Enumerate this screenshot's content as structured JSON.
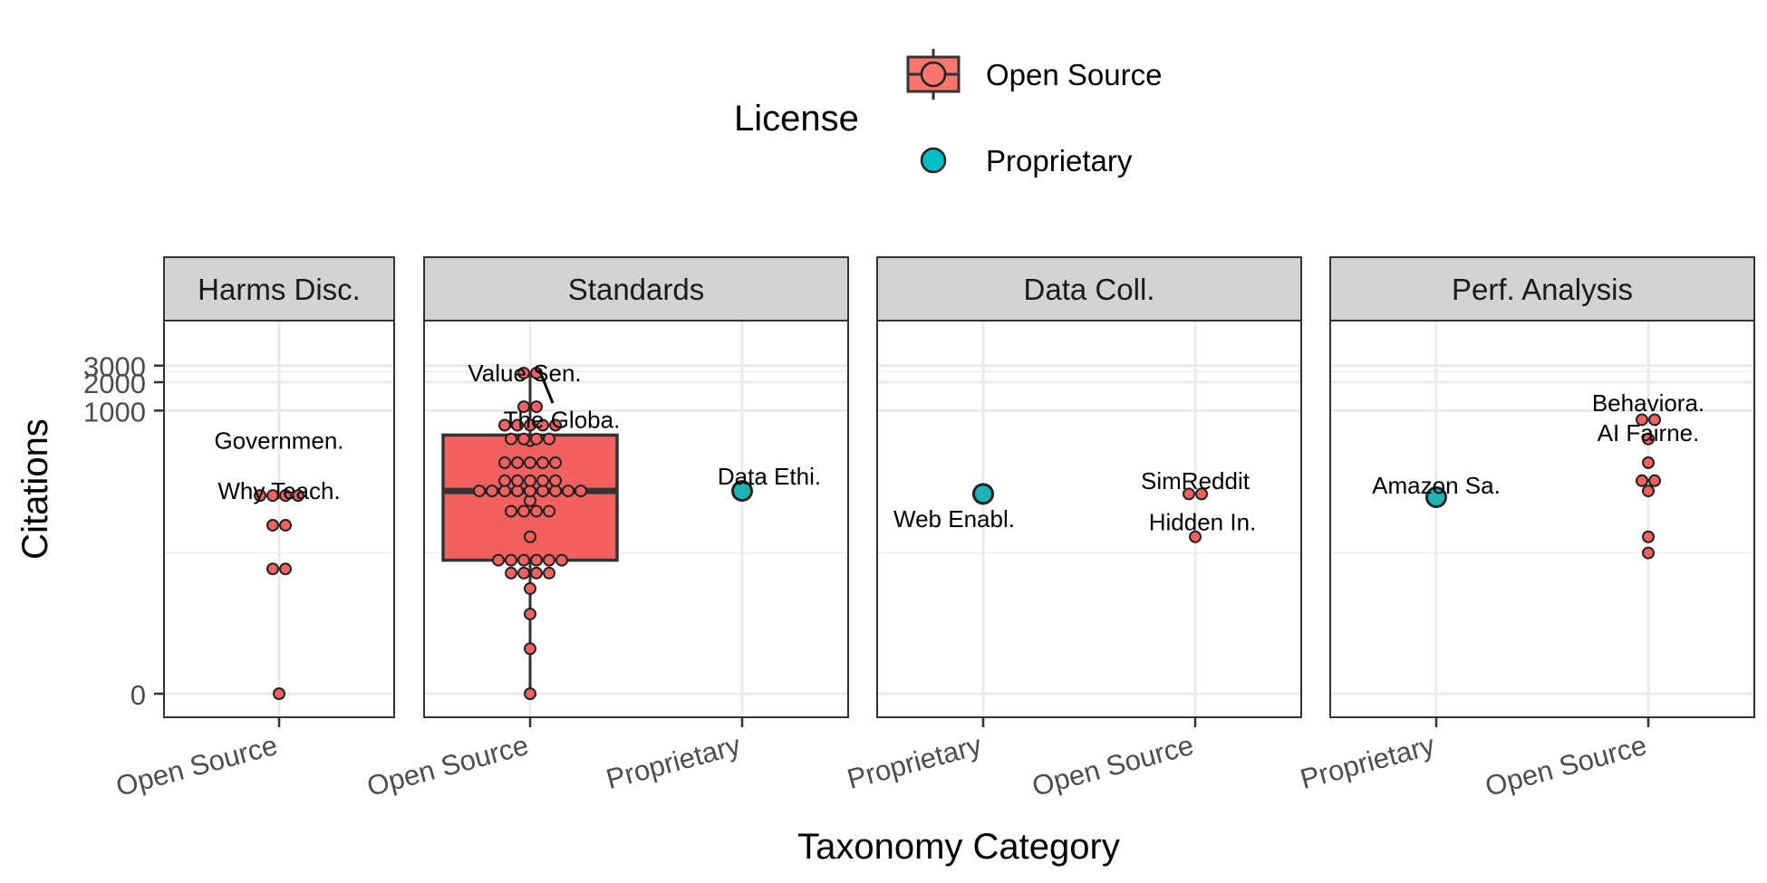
{
  "chart_data": {
    "type": "scatter",
    "title": "",
    "xlabel": "Taxonomy Category",
    "ylabel": "Citations",
    "y_scale": "pseudo-log",
    "y_ticks": [
      0,
      1000,
      2000,
      3000
    ],
    "y_tick_labels": [
      "0",
      "1000",
      "2000",
      "3000"
    ],
    "grid": true,
    "legend": {
      "title": "License",
      "placement": "top",
      "entries": [
        {
          "name": "Open Source",
          "color": "#F8766D"
        },
        {
          "name": "Proprietary",
          "color": "#00BFC4"
        }
      ]
    },
    "colors": {
      "open_source": "#F26060",
      "proprietary": "#1FB3B3",
      "strip": "#D3D3D3",
      "grid": "#EBEBEB"
    },
    "facets": [
      {
        "name": "Harms Disc.",
        "categories": [
          "Open Source"
        ],
        "points": [
          {
            "x": "Open Source",
            "y": [
              0,
              20,
              20,
              60,
              60,
              125,
              125,
              125,
              125
            ]
          }
        ],
        "labels": [
          {
            "text": "Governmen.",
            "x": "Open Source",
            "y": 480
          },
          {
            "text": "Why Teach.",
            "x": "Open Source",
            "y": 140
          }
        ]
      },
      {
        "name": "Standards",
        "categories": [
          "Open Source",
          "Proprietary"
        ],
        "boxplot": {
          "x": "Open Source",
          "q1": 25,
          "median": 140,
          "q3": 550
        },
        "points": [
          {
            "x": "Open Source",
            "y": [
              0,
              2,
              6,
              12,
              18,
              18,
              18,
              18,
              25,
              25,
              25,
              25,
              25,
              25,
              45,
              85,
              85,
              85,
              85,
              110,
              140,
              140,
              140,
              140,
              140,
              140,
              140,
              140,
              140,
              180,
              180,
              180,
              180,
              180,
              280,
              280,
              280,
              280,
              280,
              480,
              500,
              500,
              500,
              500,
              700,
              700,
              700,
              700,
              700,
              1100,
              1100,
              2500,
              2500
            ]
          },
          {
            "x": "Proprietary",
            "y": [
              140
            ]
          }
        ],
        "labels": [
          {
            "text": "Value Sen.",
            "x": "Open Source",
            "y": 2500
          },
          {
            "text": "The Globa.",
            "x": "Open Source",
            "y": 800
          },
          {
            "text": "Data Ethi.",
            "x": "Proprietary",
            "y": 200
          }
        ]
      },
      {
        "name": "Data Coll.",
        "categories": [
          "Proprietary",
          "Open Source"
        ],
        "points": [
          {
            "x": "Proprietary",
            "y": [
              130
            ]
          },
          {
            "x": "Open Source",
            "y": [
              130,
              130,
              45
            ]
          }
        ],
        "labels": [
          {
            "text": "Web Enabl.",
            "x": "Proprietary",
            "y": 70
          },
          {
            "text": "SimReddit",
            "x": "Open Source",
            "y": 180
          },
          {
            "text": "Hidden In.",
            "x": "Open Source",
            "y": 65
          }
        ]
      },
      {
        "name": "Perf. Analysis",
        "categories": [
          "Proprietary",
          "Open Source"
        ],
        "points": [
          {
            "x": "Proprietary",
            "y": [
              120
            ]
          },
          {
            "x": "Open Source",
            "y": [
              800,
              800,
              500,
              280,
              180,
              180,
              140,
              45,
              30
            ]
          }
        ],
        "labels": [
          {
            "text": "Amazon Sa.",
            "x": "Proprietary",
            "y": 160
          },
          {
            "text": "Behaviora.",
            "x": "Open Source",
            "y": 1200
          },
          {
            "text": "AI Fairne.",
            "x": "Open Source",
            "y": 580
          }
        ]
      }
    ]
  }
}
